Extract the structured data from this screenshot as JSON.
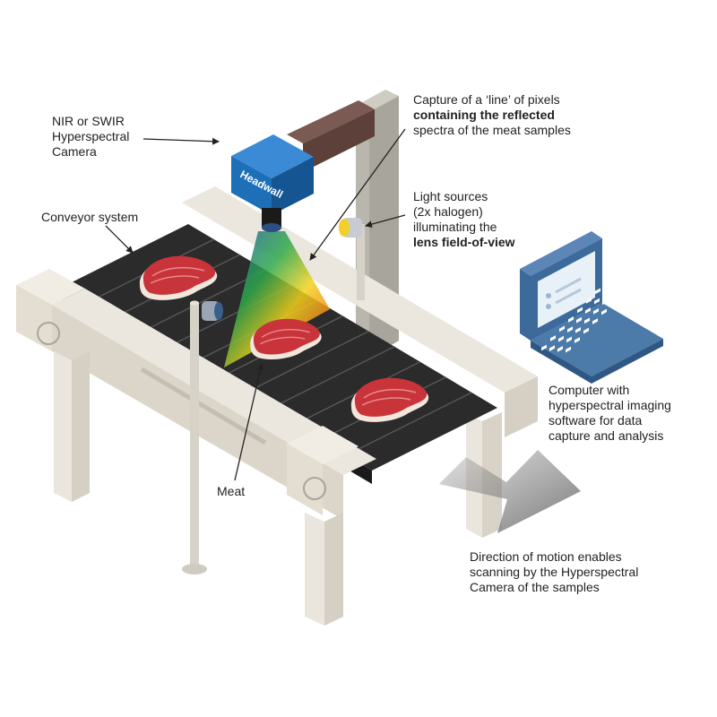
{
  "labels": {
    "camera": [
      "NIR or SWIR",
      "Hyperspectral",
      "Camera"
    ],
    "capture": {
      "line1": "Capture of a ‘line’ of pixels",
      "line2": "containing the reflected",
      "line3": "spectra of the meat samples"
    },
    "light": {
      "line1": "Light sources",
      "line2": "(2x halogen)",
      "line3": "illuminating the",
      "line4": "lens field-of-view"
    },
    "conveyor": "Conveyor system",
    "computer": [
      "Computer with",
      "hyperspectral imaging",
      "software for data",
      "capture and analysis"
    ],
    "meat": "Meat",
    "motion": [
      "Direction of motion enables",
      "scanning by the Hyperspectral",
      "Camera of the samples"
    ]
  },
  "camera_brand": "Headwall",
  "colors": {
    "camera": "#1d6fb8",
    "belt": "#2b2b2b",
    "frame": "#e6e0d6",
    "meat": "#c8343a",
    "laptop": "#3c6a9a",
    "arrow": "#888888"
  },
  "icons": [
    "camera-icon",
    "halogen-light-icon",
    "laptop-icon",
    "meat-steak-icon",
    "motion-arrow-icon"
  ]
}
